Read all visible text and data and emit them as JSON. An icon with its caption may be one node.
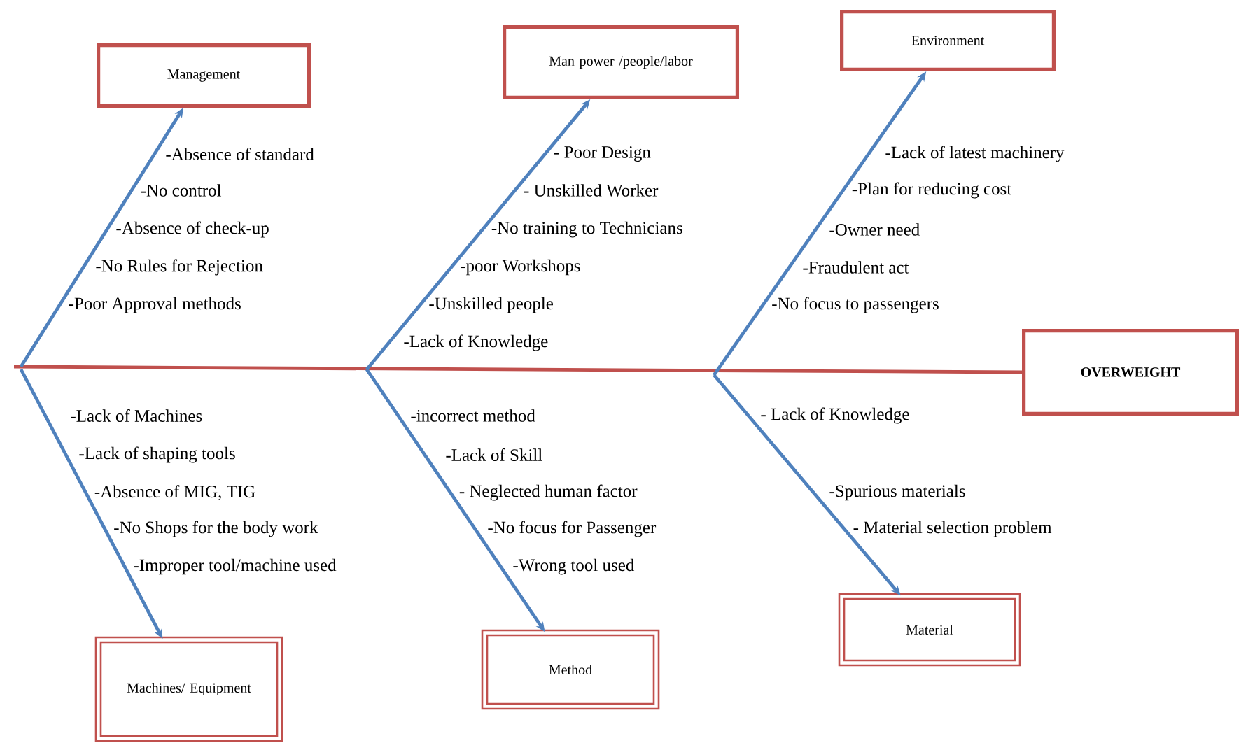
{
  "diagram": {
    "nodes": [
      {
        "text": [
          "Management"
        ],
        "beside": [
          "-Absence of standard",
          "-No control",
          "-Absence of check-up",
          "-No Rules for Rejection",
          "-Poor Approval methods"
        ]
      },
      {
        "text": [
          "Man power /people/labor"
        ],
        "beside": [
          "- Poor Design",
          "- Unskilled Worker",
          "-No training to Technicians",
          "-poor Workshops",
          "-Unskilled people",
          "-Lack of Knowledge"
        ]
      },
      {
        "text": [
          "Environment"
        ],
        "beside": [
          "-Lack of latest machinery",
          "-Plan for reducing cost",
          "-Owner need",
          "-Fraudulent act",
          "-No focus to passengers"
        ]
      },
      {
        "text": [
          "OVERWEIGHT"
        ]
      },
      {
        "text": [
          "Machines/ Equipment"
        ],
        "beside": [
          "-Lack of Machines",
          "-Lack of shaping tools",
          "-Absence of MIG, TIG",
          "-No Shops for the body work",
          "-Improper tool/machine used"
        ]
      },
      {
        "text": [
          "Method"
        ],
        "beside": [
          "-incorrect method",
          "-Lack of Skill",
          "- Neglected human factor",
          "-No focus for Passenger",
          "-Wrong tool used"
        ]
      },
      {
        "text": [
          "Material"
        ],
        "beside": [
          "- Lack of Knowledge",
          "-Spurious materials",
          "- Material selection problem"
        ]
      }
    ],
    "edges": [
      {
        "from": null,
        "to": 3,
        "arrow": "none",
        "color": "#c0504d"
      },
      {
        "from": null,
        "to": 0,
        "arrow": "to"
      },
      {
        "from": null,
        "to": 1,
        "arrow": "to"
      },
      {
        "from": null,
        "to": 2,
        "arrow": "to"
      },
      {
        "from": null,
        "to": 4,
        "arrow": "to"
      },
      {
        "from": null,
        "to": 5,
        "arrow": "to"
      },
      {
        "from": null,
        "to": 6,
        "arrow": "to"
      }
    ]
  }
}
